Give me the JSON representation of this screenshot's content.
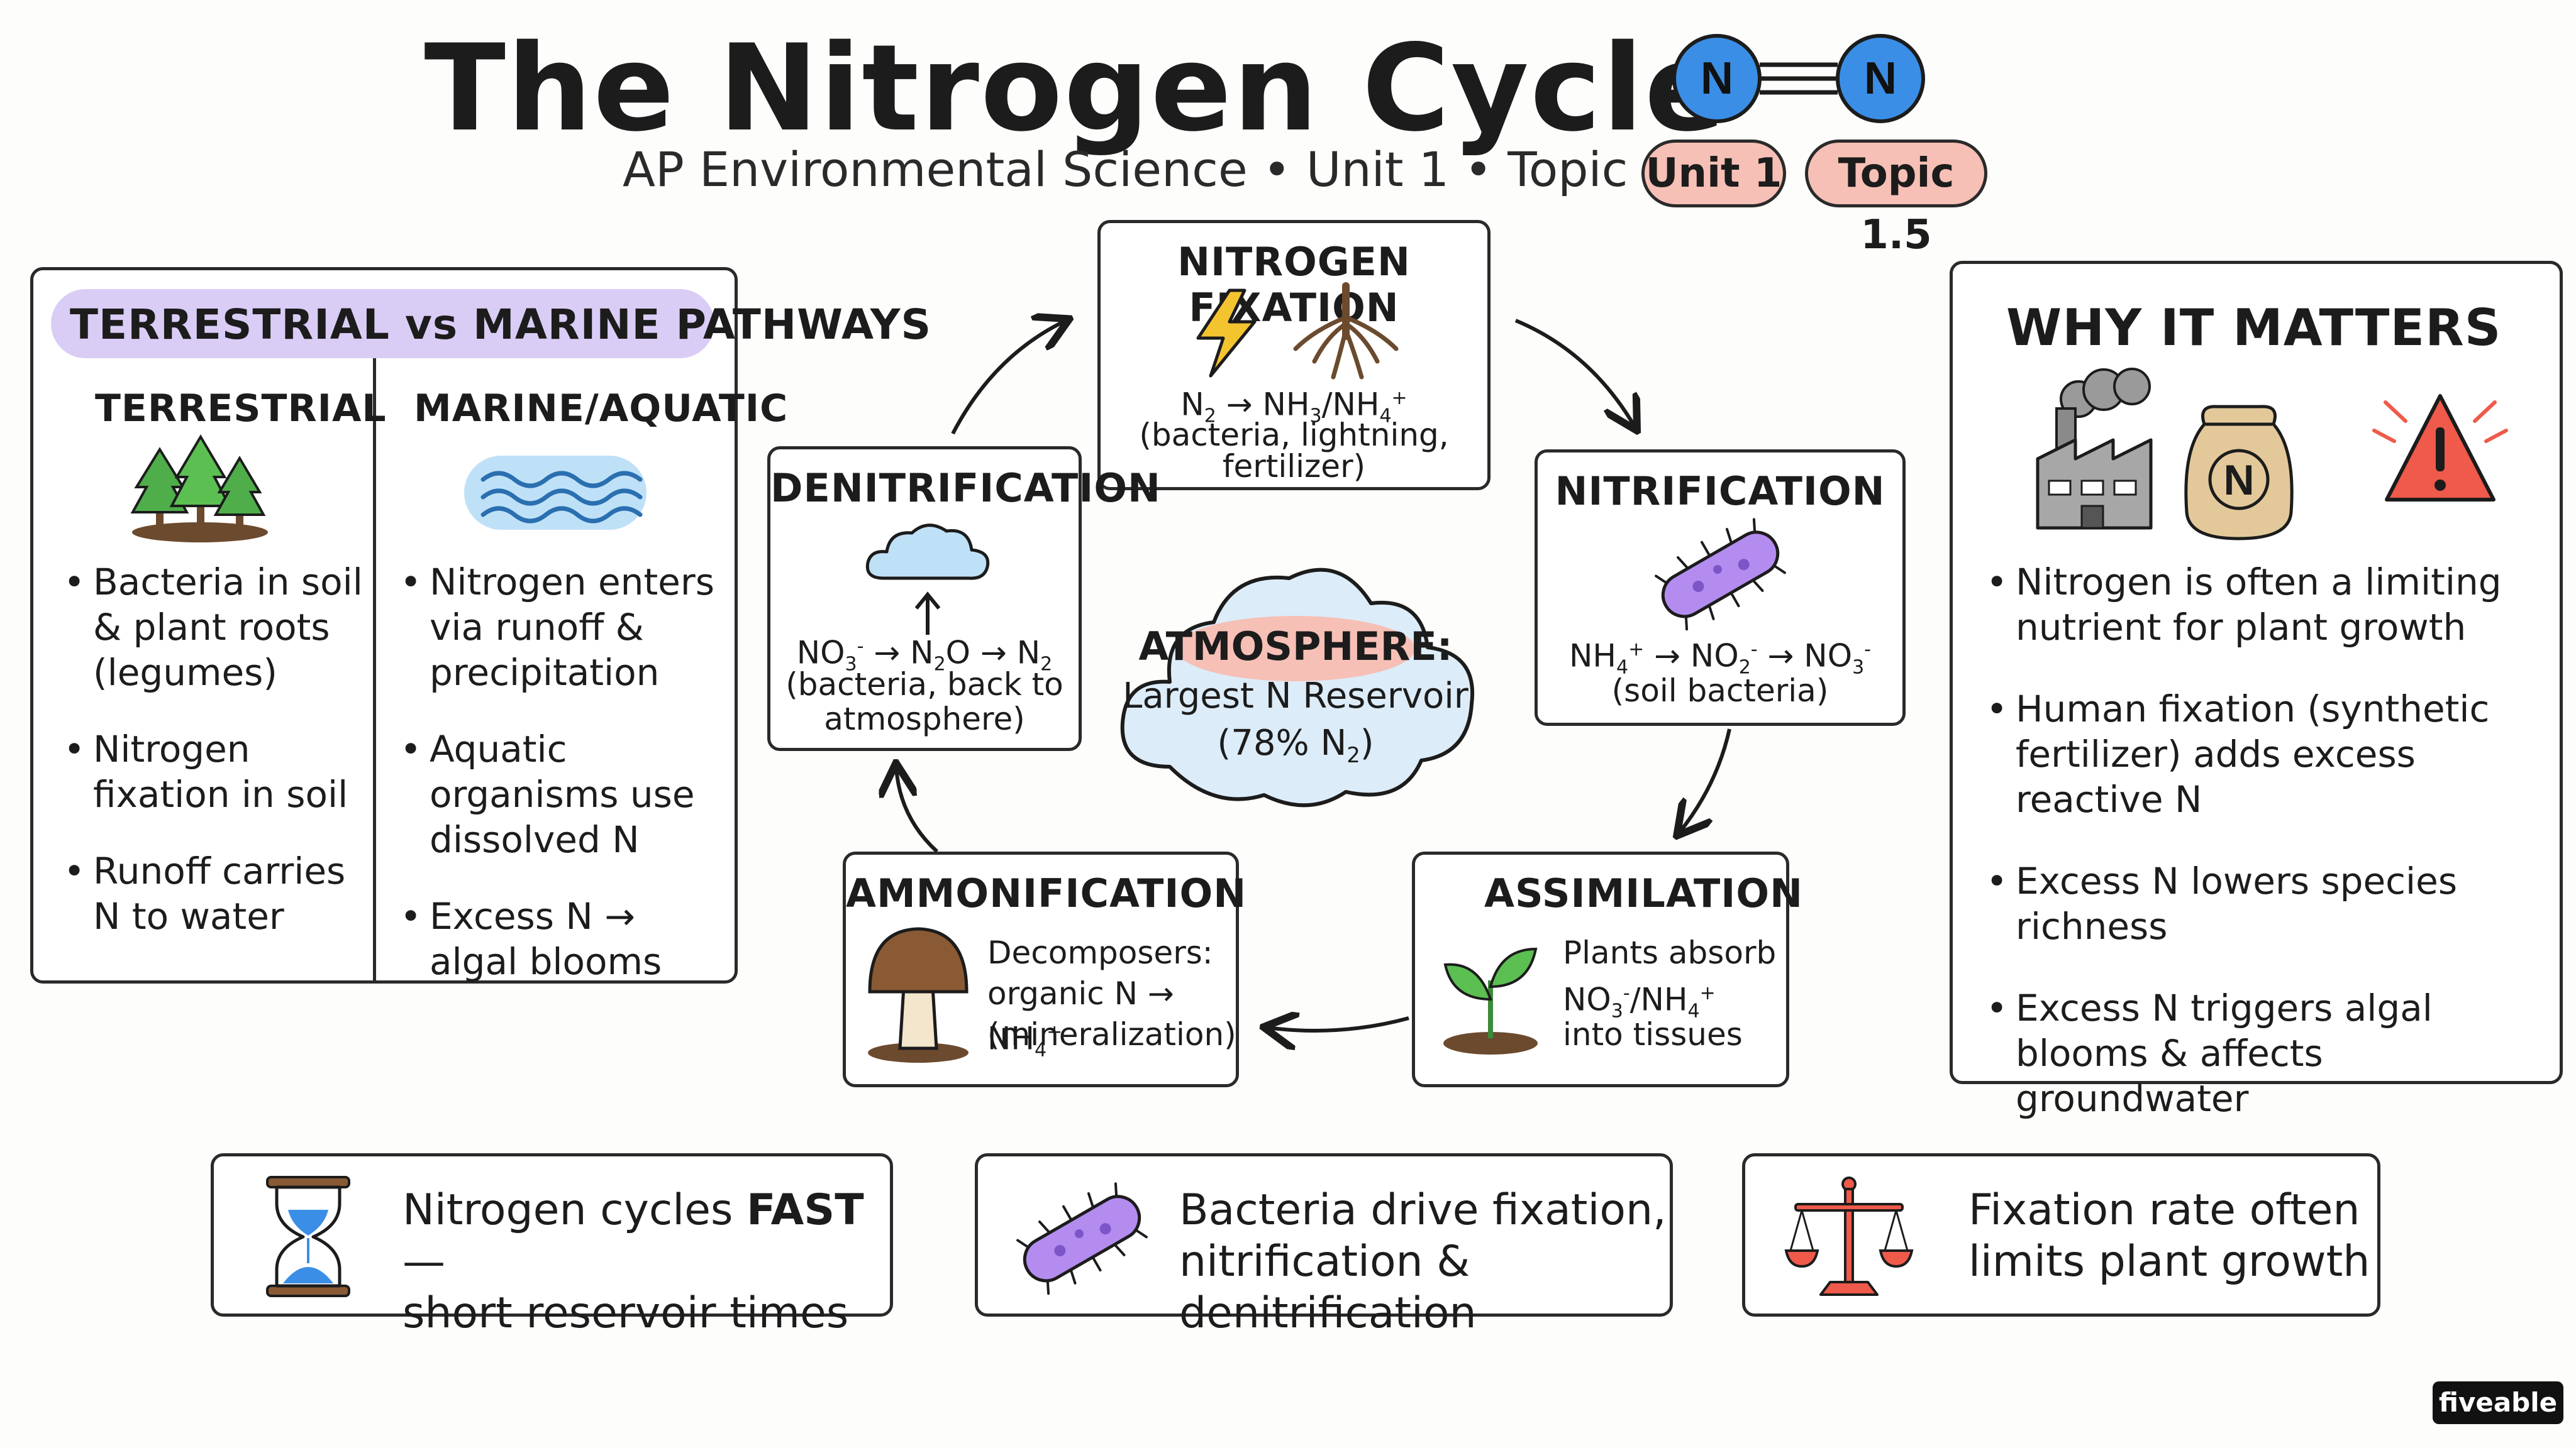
{
  "header": {
    "title": "The Nitrogen Cycle",
    "molecule_atom": "N",
    "subtitle": "AP Environmental Science • Unit 1 • Topic 1.5",
    "badges": [
      "Unit 1",
      "Topic 1.5"
    ]
  },
  "pathways": {
    "title": "TERRESTRIAL vs MARINE PATHWAYS",
    "terrestrial": {
      "heading": "TERRESTRIAL",
      "items": [
        "Bacteria in soil & plant roots (legumes)",
        "Nitrogen fixation in soil",
        "Runoff carries N to water"
      ]
    },
    "marine": {
      "heading": "MARINE/AQUATIC",
      "items": [
        "Nitrogen enters via runoff & precipitation",
        "Aquatic organisms use dissolved N",
        "Excess N → algal blooms"
      ]
    }
  },
  "cycle": {
    "fixation": {
      "title": "NITROGEN FIXATION",
      "equation": {
        "a": "N",
        "a_sub": "2",
        "arrow": " → NH",
        "b_sub": "3",
        "slash": "/NH",
        "c_sub": "4",
        "c_sup": "+"
      },
      "note1": "(bacteria, lightning,",
      "note2": "fertilizer)"
    },
    "nitrification": {
      "title": "NITRIFICATION",
      "equation": {
        "a": "NH",
        "a_sub": "4",
        "a_sup": "+",
        "arrow1": " → NO",
        "b_sub": "2",
        "b_sup": "-",
        "arrow2": " → NO",
        "c_sub": "3",
        "c_sup": "-"
      },
      "note": "(soil bacteria)"
    },
    "denitrification": {
      "title": "DENITRIFICATION",
      "equation": {
        "a": "NO",
        "a_sub": "3",
        "a_sup": "-",
        "arrow1": " → N",
        "b_sub": "2",
        "b_tail": "O",
        "arrow2": " → N",
        "c_sub": "2"
      },
      "note1": "(bacteria, back to",
      "note2": "atmosphere)"
    },
    "atmosphere": {
      "title": "ATMOSPHERE:",
      "line1": "Largest N Reservoir",
      "line2_pre": "(78% N",
      "line2_sub": "2",
      "line2_post": ")"
    },
    "ammonification": {
      "title": "AMMONIFICATION",
      "line1": "Decomposers:",
      "line2_pre": "organic N → NH",
      "line2_sub": "4",
      "line2_sup": "+",
      "line3": "(mineralization)"
    },
    "assimilation": {
      "title": "ASSIMILATION",
      "line1": "Plants absorb",
      "line2_a": "NO",
      "line2_a_sub": "3",
      "line2_a_sup": "-",
      "line2_b": "/NH",
      "line2_b_sub": "4",
      "line2_b_sup": "+",
      "line3": "into tissues"
    }
  },
  "why_it_matters": {
    "title": "WHY IT MATTERS",
    "fertilizer_label": "N",
    "items": [
      "Nitrogen is often a limiting nutrient for plant growth",
      "Human fixation (synthetic fertilizer) adds excess reactive N",
      "Excess N lowers species richness",
      "Excess N triggers algal blooms & affects groundwater"
    ]
  },
  "facts": [
    {
      "pre": "Nitrogen cycles ",
      "bold": "FAST",
      "post": " —",
      "line2": "short reservoir times"
    },
    {
      "line1": "Bacteria drive fixation,",
      "line2": "nitrification & denitrification"
    },
    {
      "line1": "Fixation rate often",
      "line2": "limits plant growth"
    }
  ],
  "colors": {
    "badge_fill": "#f6c0b6",
    "pathways_header_fill": "#d9cdf6",
    "atmosphere_fill": "#dcecf8",
    "bacteria_purple": "#b48cf0",
    "molecule_blue": "#3a8ee6",
    "alert_red": "#ef5a4a"
  },
  "brand": "fiveable"
}
